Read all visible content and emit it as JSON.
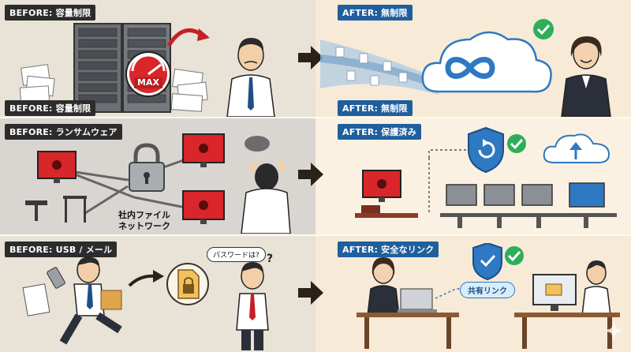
{
  "rows": [
    {
      "before_label": "BEFORE: 容量制限",
      "before_label_bottom": "BEFORE: 容量制限",
      "gauge_text": "MAX",
      "after_label": "AFTER: 無制限",
      "after_label_bottom": "AFTER: 無制限"
    },
    {
      "before_label": "BEFORE: ランサムウェア",
      "network_caption_line1": "社内ファイル",
      "network_caption_line2": "ネットワーク",
      "after_label": "AFTER: 保護済み"
    },
    {
      "before_label": "BEFORE: USB / メール",
      "password_bubble": "パスワードは?",
      "after_label": "AFTER: 安全なリンク",
      "share_link_pill": "共有リンク"
    }
  ],
  "colors": {
    "before_label_bg": "#2c2c2c",
    "after_label_bg": "#1f5f9e",
    "check_green": "#2eae5a",
    "alert_red": "#d8262b",
    "cloud_blue": "#2f78c2"
  },
  "icons": [
    "arrow-right-icon",
    "check-icon",
    "infinity-icon",
    "padlock-icon",
    "shield-icon",
    "cloud-upload-icon",
    "folder-icon",
    "gauge-icon",
    "bug-icon",
    "sparkle-icon"
  ]
}
